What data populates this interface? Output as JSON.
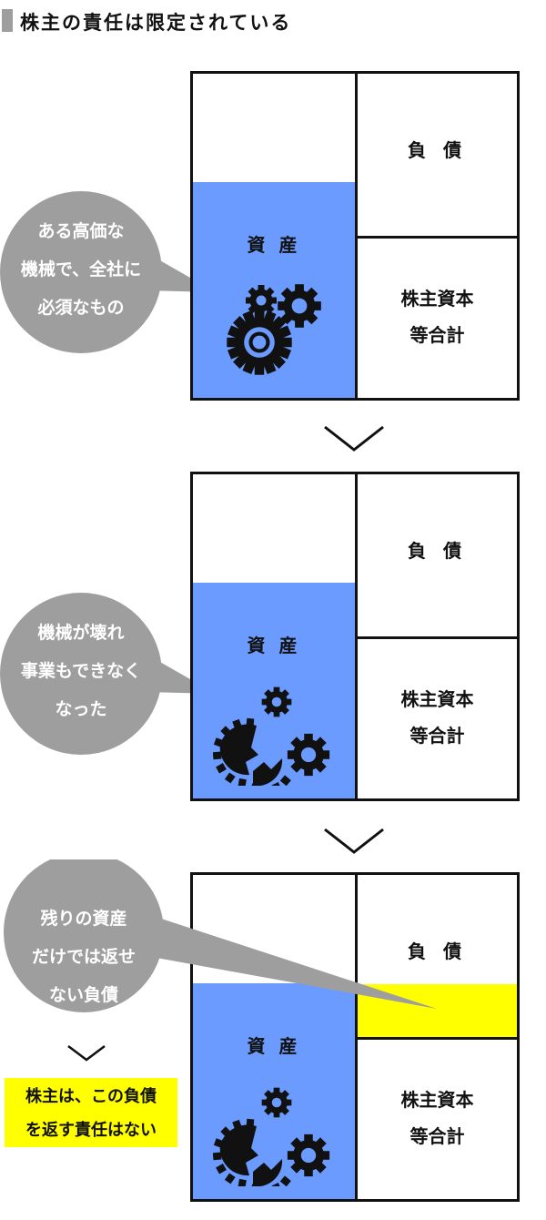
{
  "title": "株主の責任は限定されている",
  "colors": {
    "asset_blue": "#6b9bff",
    "debt_yellow": "#ffff00",
    "bubble_gray": "#9e9e9e",
    "line": "#111111"
  },
  "panels": [
    {
      "asset_label": "資 産",
      "debt_label": "負 債",
      "equity_label_1": "株主資本",
      "equity_label_2": "等合計",
      "bubble_line_1": "ある高価な",
      "bubble_line_2": "機械で、全社に",
      "bubble_line_3": "必須なもの"
    },
    {
      "asset_label": "資 産",
      "debt_label": "負 債",
      "equity_label_1": "株主資本",
      "equity_label_2": "等合計",
      "bubble_line_1": "機械が壊れ",
      "bubble_line_2": "事業もできなく",
      "bubble_line_3": "なった"
    },
    {
      "asset_label": "資 産",
      "debt_label": "負 債",
      "equity_label_1": "株主資本",
      "equity_label_2": "等合計",
      "bubble_line_1": "残りの資産",
      "bubble_line_2": "だけでは返せ",
      "bubble_line_3": "ない負債"
    }
  ],
  "note": {
    "line_1": "株主は、この負債",
    "line_2": "を返す責任はない"
  },
  "icons": [
    "gear-icon",
    "broken-gear-icon",
    "chevron-down-icon"
  ]
}
